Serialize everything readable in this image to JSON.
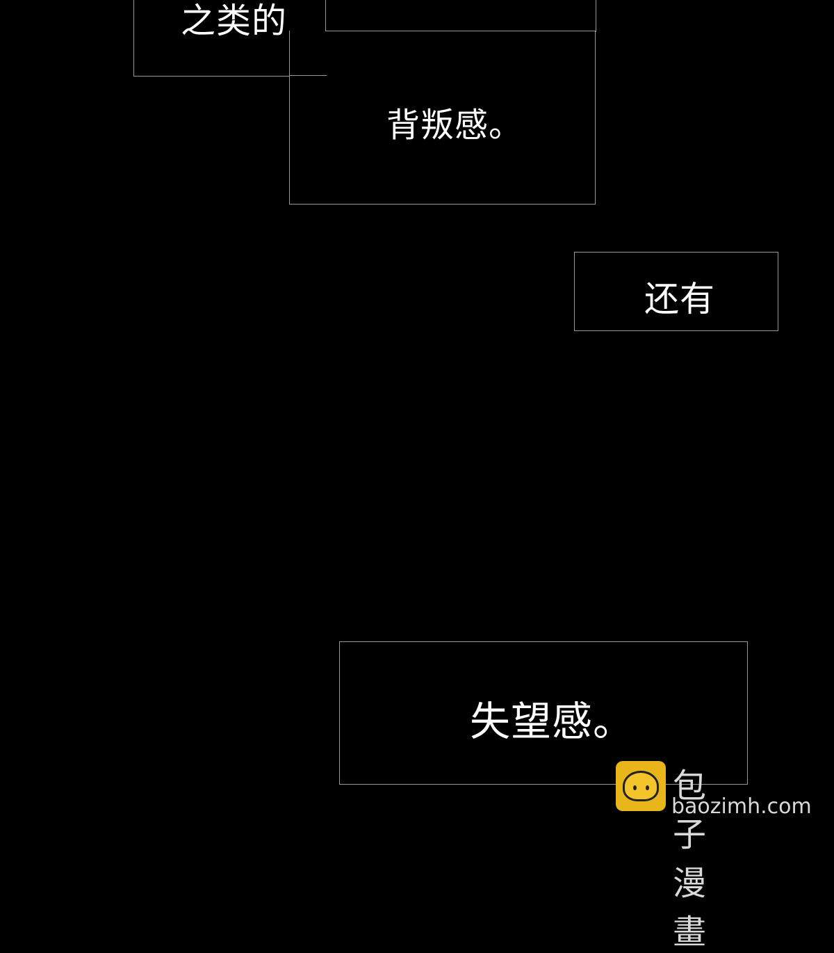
{
  "panel": {
    "background": "#000000",
    "captions": [
      {
        "id": "caption-1",
        "text": "之类的"
      },
      {
        "id": "caption-2",
        "text": "背叛感。"
      },
      {
        "id": "caption-3",
        "text": "还有"
      },
      {
        "id": "caption-4",
        "text": "失望感。"
      }
    ]
  },
  "watermark": {
    "brand_cn": "包子漫畫",
    "domain": "baozimh.com",
    "logo_icon": "steamed-bun-icon",
    "logo_color": "#e8b61a"
  }
}
